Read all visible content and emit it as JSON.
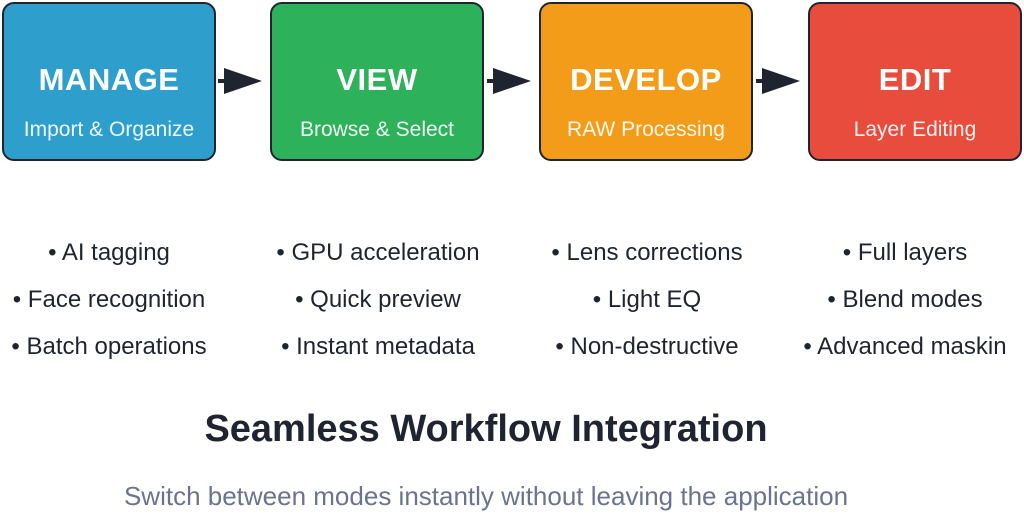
{
  "colors": {
    "manage": "#2e9fcc",
    "view": "#2db15a",
    "develop": "#f39c1a",
    "edit": "#e74c3c",
    "outline": "#1f2430",
    "arrow": "#1f2430"
  },
  "stages": [
    {
      "title": "MANAGE",
      "subtitle": "Import & Organize",
      "features": [
        "• AI tagging",
        "• Face recognition",
        "• Batch operations"
      ]
    },
    {
      "title": "VIEW",
      "subtitle": "Browse & Select",
      "features": [
        "• GPU acceleration",
        "• Quick preview",
        "• Instant metadata"
      ]
    },
    {
      "title": "DEVELOP",
      "subtitle": "RAW Processing",
      "features": [
        "• Lens corrections",
        "• Light EQ",
        "• Non-destructive"
      ]
    },
    {
      "title": "EDIT",
      "subtitle": "Layer Editing",
      "features": [
        "• Full layers",
        "• Blend modes",
        "• Advanced maskin"
      ]
    }
  ],
  "headline": "Seamless Workflow Integration",
  "tagline": "Switch between modes instantly without leaving the application"
}
